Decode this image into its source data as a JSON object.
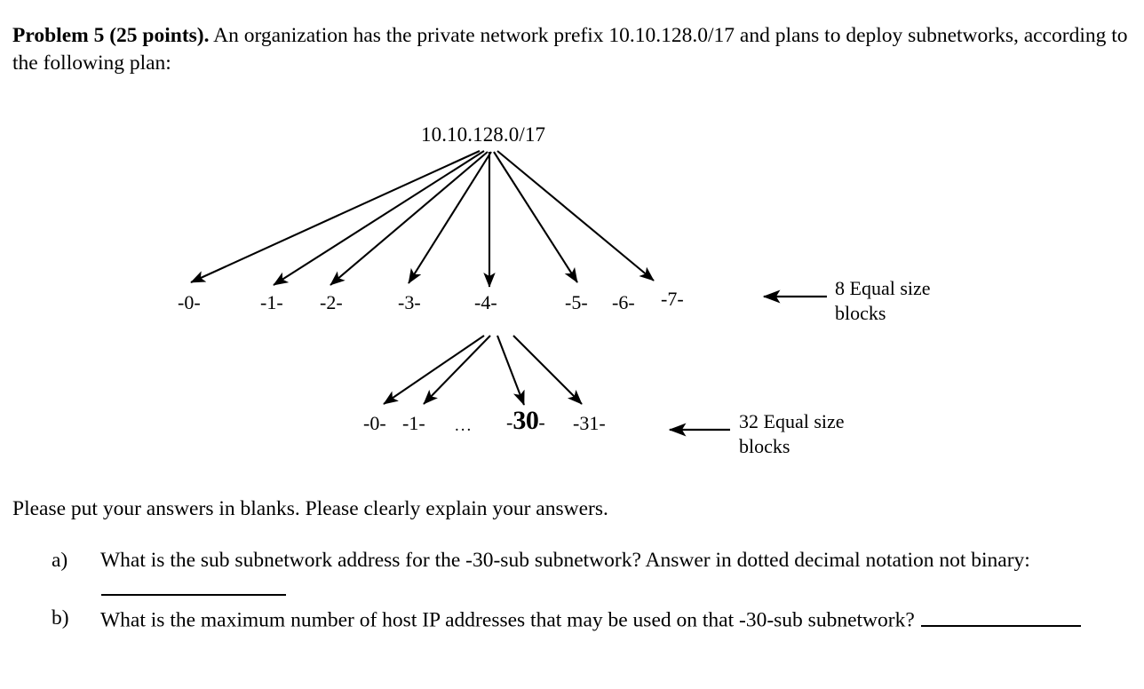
{
  "problem": {
    "lead": "Problem 5 (25 points).",
    "body": " An organization has the private network prefix 10.10.128.0/17 and plans to deploy subnetworks, according to the following plan:"
  },
  "diagram": {
    "root": {
      "label": "10.10.128.0/17"
    },
    "level1": {
      "count": 8,
      "labels": [
        "-0-",
        "-1-",
        "-2-",
        "-3-",
        "-4-",
        "-5-",
        "-6-",
        "-7-"
      ],
      "annotation": {
        "line1": "8 Equal size",
        "line2": "blocks"
      }
    },
    "level2": {
      "count": 32,
      "labels": [
        "-0-",
        "-1-",
        "...",
        "-30-",
        "-31-"
      ],
      "highlight_prefix": "-",
      "highlight_value": "30",
      "highlight_suffix": "-",
      "annotation": {
        "line1": "32 Equal size",
        "line2": "blocks"
      }
    }
  },
  "instruction": "Please put your answers in blanks. Please clearly explain your answers.",
  "questions": [
    {
      "marker": "a)",
      "text_before_blank": "What is the sub subnetwork address for the -30-sub subnetwork? Answer in dotted decimal notation not binary:",
      "blank": ""
    },
    {
      "marker": "b)",
      "text_before_blank": "What is the maximum number of host IP addresses that may be used on that -30-sub subnetwork?",
      "blank": ""
    }
  ],
  "colors": {
    "ink": "#000000",
    "page": "#ffffff"
  }
}
